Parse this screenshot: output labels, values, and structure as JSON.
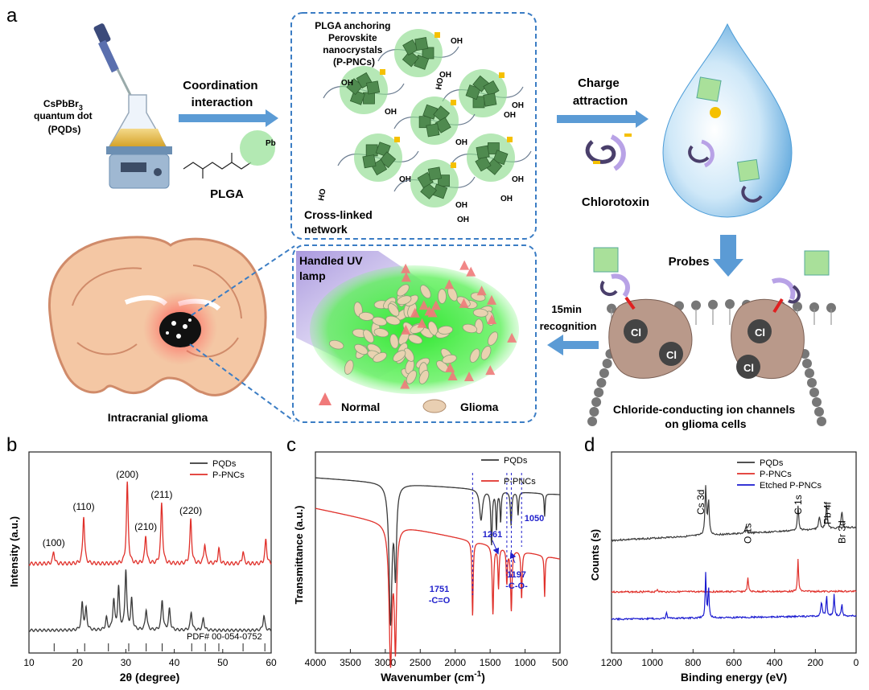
{
  "panel_a": {
    "letter": "a",
    "qd_line1": "CsPbBr",
    "qd_line1_sub": "3",
    "qd_line2": "quantum dot",
    "qd_line3": "(PQDs)",
    "arrow1_line1": "Coordination",
    "arrow1_line2": "interaction",
    "plga_label": "PLGA",
    "pb_label": "Pb",
    "network_title_1": "PLGA anchoring",
    "network_title_2": "Perovskite",
    "network_title_3": "nanocrystals",
    "network_title_4": "(P-PNCs)",
    "network_caption_1": "Cross-linked",
    "network_caption_2": "network",
    "oh": "OH",
    "ho": "HO",
    "arrow2_line1": "Charge",
    "arrow2_line2": "attraction",
    "chlorotoxin": "Chlorotoxin",
    "probes": "Probes",
    "recog_line1": "15min",
    "recog_line2": "recognition",
    "channels_line1": "Chloride-conducting ion channels",
    "channels_line2": "on glioma cells",
    "uv_line1": "Handled UV",
    "uv_line2": "lamp",
    "legend_normal": "Normal",
    "legend_glioma": "Glioma",
    "brain_caption": "Intracranial glioma",
    "cl_symbol": "Cl"
  },
  "panel_b": {
    "letter": "b",
    "ylabel": "Intensity (a.u.)",
    "xlabel": "2θ (degree)",
    "pdf_label": "PDF# 00-054-0752",
    "peaks": [
      "(100)",
      "(110)",
      "(200)",
      "(210)",
      "(211)",
      "(220)"
    ]
  },
  "panel_c": {
    "letter": "c",
    "ylabel": "Transmittance (a.u.)",
    "xlabel_main": "Wavenumber (cm",
    "xlabel_sup": "-1",
    "xlabel_end": ")",
    "ann_1751": "1751",
    "ann_1751_sub": "-C=O",
    "ann_1261": "1261",
    "ann_1197": "1197",
    "ann_1197_sub": "-C-O-",
    "ann_1050": "1050"
  },
  "panel_d": {
    "letter": "d",
    "ylabel": "Counts (s)",
    "xlabel": "Binding energy (eV)",
    "peaks": [
      "Cs 3d",
      "O 1s",
      "C 1s",
      "Pb 4f",
      "Br 3d"
    ]
  },
  "colors": {
    "pqds": "#3a3a3a",
    "ppncs": "#e0302a",
    "etched": "#1a1ad0",
    "annotation": "#2222cc",
    "arrow": "#5b9bd5"
  },
  "chart_data": [
    {
      "type": "line",
      "panel": "b",
      "xlabel": "2θ (degree)",
      "ylabel": "Intensity (a.u.)",
      "xlim": [
        10,
        60
      ],
      "xticks": [
        10,
        20,
        30,
        40,
        50,
        60
      ],
      "legend": "top-right",
      "series": [
        {
          "name": "PQDs",
          "color": "#3a3a3a",
          "peaks": [
            [
              21,
              0.45
            ],
            [
              21.8,
              0.35
            ],
            [
              26,
              0.2
            ],
            [
              27.5,
              0.5
            ],
            [
              28.5,
              0.7
            ],
            [
              30,
              1.0
            ],
            [
              31.2,
              0.5
            ],
            [
              34.2,
              0.35
            ],
            [
              37.5,
              0.5
            ],
            [
              39,
              0.35
            ],
            [
              43.5,
              0.3
            ],
            [
              46,
              0.2
            ],
            [
              58.5,
              0.25
            ]
          ]
        },
        {
          "name": "P-PNCs",
          "color": "#e0302a",
          "peaks": [
            [
              15.1,
              0.15
            ],
            [
              21.3,
              0.6
            ],
            [
              30.3,
              1.0
            ],
            [
              34.1,
              0.35
            ],
            [
              37.4,
              0.75
            ],
            [
              43.4,
              0.55
            ],
            [
              46.3,
              0.25
            ],
            [
              49.2,
              0.18
            ],
            [
              54.2,
              0.15
            ],
            [
              58.9,
              0.3
            ]
          ]
        }
      ],
      "reference_lines": [
        15.2,
        21.5,
        26.4,
        30.6,
        34.2,
        37.5,
        43.6,
        46.4,
        49.2,
        54.2,
        58.7
      ],
      "peak_labels": [
        [
          15.1,
          "(100)"
        ],
        [
          21.3,
          "(110)"
        ],
        [
          30.3,
          "(200)"
        ],
        [
          34.1,
          "(210)"
        ],
        [
          37.4,
          "(211)"
        ],
        [
          43.4,
          "(220)"
        ]
      ]
    },
    {
      "type": "line",
      "panel": "c",
      "xlabel": "Wavenumber (cm-1)",
      "ylabel": "Transmittance (a.u.)",
      "xlim": [
        4000,
        500
      ],
      "xticks": [
        4000,
        3500,
        3000,
        2500,
        2000,
        1500,
        1000,
        500
      ],
      "legend": "top-right",
      "series": [
        {
          "name": "PQDs",
          "color": "#3a3a3a"
        },
        {
          "name": "P-PNCs",
          "color": "#e0302a"
        }
      ],
      "annotations": [
        [
          1751,
          "-C=O"
        ],
        [
          1261,
          ""
        ],
        [
          1197,
          "-C-O-"
        ],
        [
          1050,
          ""
        ]
      ]
    },
    {
      "type": "line",
      "panel": "d",
      "xlabel": "Binding energy (eV)",
      "ylabel": "Counts (s)",
      "xlim": [
        1200,
        0
      ],
      "xticks": [
        1200,
        1000,
        800,
        600,
        400,
        200,
        0
      ],
      "legend": "top-right",
      "series": [
        {
          "name": "PQDs",
          "color": "#3a3a3a"
        },
        {
          "name": "P-PNCs",
          "color": "#e0302a"
        },
        {
          "name": "Etched P-PNCs",
          "color": "#1a1ad0"
        }
      ],
      "peak_labels": [
        [
          730,
          "Cs 3d"
        ],
        [
          531,
          "O 1s"
        ],
        [
          285,
          "C 1s"
        ],
        [
          140,
          "Pb 4f"
        ],
        [
          70,
          "Br 3d"
        ]
      ]
    }
  ]
}
